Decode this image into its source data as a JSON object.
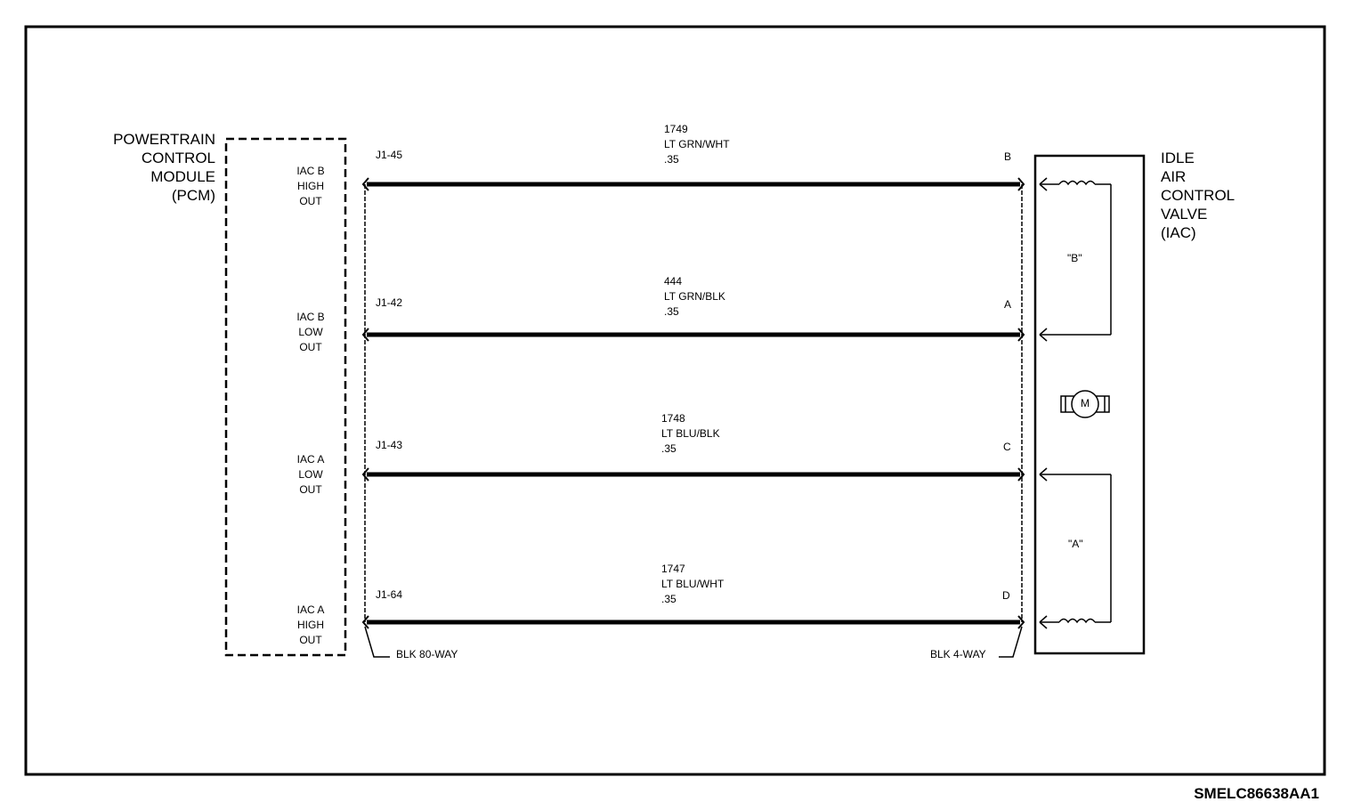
{
  "pcm": {
    "title_lines": [
      "POWERTRAIN",
      "CONTROL",
      "MODULE",
      "(PCM)"
    ],
    "connector": "BLK 80-WAY"
  },
  "iac": {
    "title_lines": [
      "IDLE",
      "AIR",
      "CONTROL",
      "VALVE",
      "(IAC)"
    ],
    "connector": "BLK 4-WAY",
    "coil_b_label": "\"B\"",
    "coil_a_label": "\"A\"",
    "motor_label": "M"
  },
  "circuits": [
    {
      "pcm_label": [
        "IAC B",
        "HIGH",
        "OUT"
      ],
      "pin": "J1-45",
      "circuit": "1749",
      "color": "LT GRN/WHT",
      "size": ".35",
      "iac_pin": "B"
    },
    {
      "pcm_label": [
        "IAC B",
        "LOW",
        "OUT"
      ],
      "pin": "J1-42",
      "circuit": "444",
      "color": "LT GRN/BLK",
      "size": ".35",
      "iac_pin": "A"
    },
    {
      "pcm_label": [
        "IAC A",
        "LOW",
        "OUT"
      ],
      "pin": "J1-43",
      "circuit": "1748",
      "color": "LT BLU/BLK",
      "size": ".35",
      "iac_pin": "C"
    },
    {
      "pcm_label": [
        "IAC A",
        "HIGH",
        "OUT"
      ],
      "pin": "J1-64",
      "circuit": "1747",
      "color": "LT BLU/WHT",
      "size": ".35",
      "iac_pin": "D"
    }
  ],
  "diagram_code": "SMELC86638AA1"
}
